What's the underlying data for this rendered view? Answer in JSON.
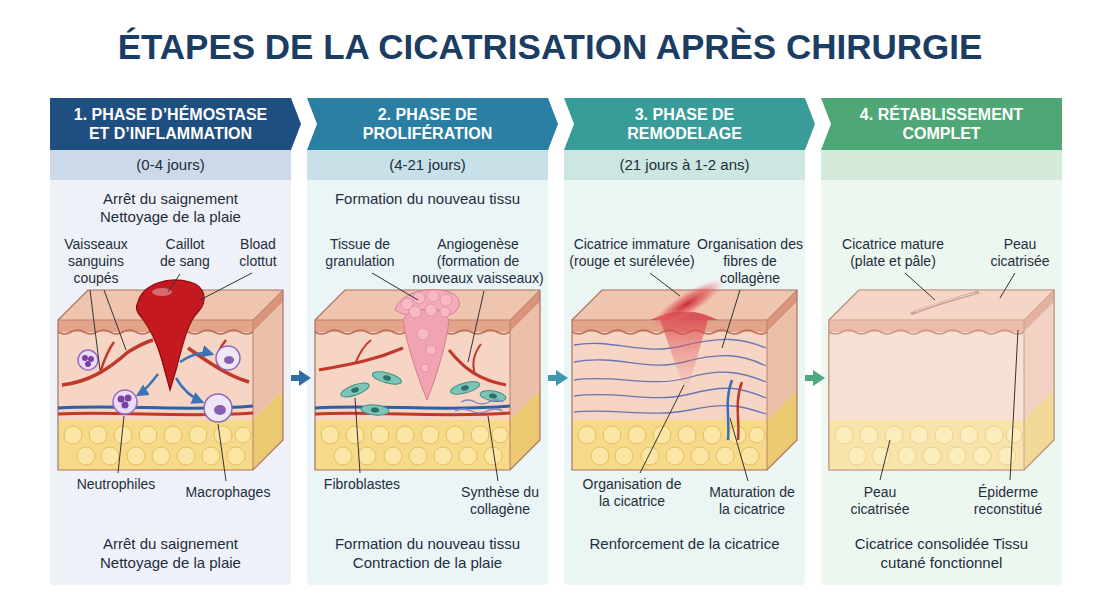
{
  "diagram": {
    "title": "ÉTAPES DE LA CICATRISATION APRÈS CHIRURGIE",
    "nodes": [
      {
        "text": [
          "1. PHASE D’HÉMOSTASE ET D’INFLAMMATION",
          "(0-4 jours)",
          "Arrêt du saignement Nettoyage de la plaie",
          "Arrêt du saignement Nettoyage de la plaie"
        ]
      },
      {
        "text": [
          "2. PHASE DE PROLIFÉRATION",
          "(4-21 jours)",
          "Formation du nouveau tissu",
          "Formation du nouveau tissu Contraction de la plaie"
        ]
      },
      {
        "text": [
          "3. PHASE DE REMODELAGE",
          "(21 jours à 1-2 ans)",
          "Renforcement de la cicatrice"
        ]
      },
      {
        "text": [
          "4. RÉTABLISSEMENT COMPLET",
          "Cicatrice consolidée Tissu cutané fonctionnel"
        ]
      }
    ],
    "edges": [
      {
        "from": 0,
        "to": 1,
        "arrow": "to"
      },
      {
        "from": 1,
        "to": 2,
        "arrow": "to"
      },
      {
        "from": 2,
        "to": 3,
        "arrow": "to"
      }
    ],
    "labels": [
      "Vaisseaux sanguins coupés",
      "Caillot de sang",
      "Bload clottut",
      "Neutrophiles",
      "Macrophages",
      "Tissue de granulation",
      "Angiogenèse (formation de nouveaux vaisseaux)",
      "Fibroblastes",
      "Synthèse du collagène",
      "Cicatrice immature (rouge et surélevée)",
      "Organisation des fibres de collagène",
      "Organisation de la cicatrice",
      "Maturation de la cicatrice",
      "Cicatrice mature (plate et pâle)",
      "Peau cicatrisée",
      "Peau cicatrisée",
      "Épiderme reconstitué"
    ]
  }
}
